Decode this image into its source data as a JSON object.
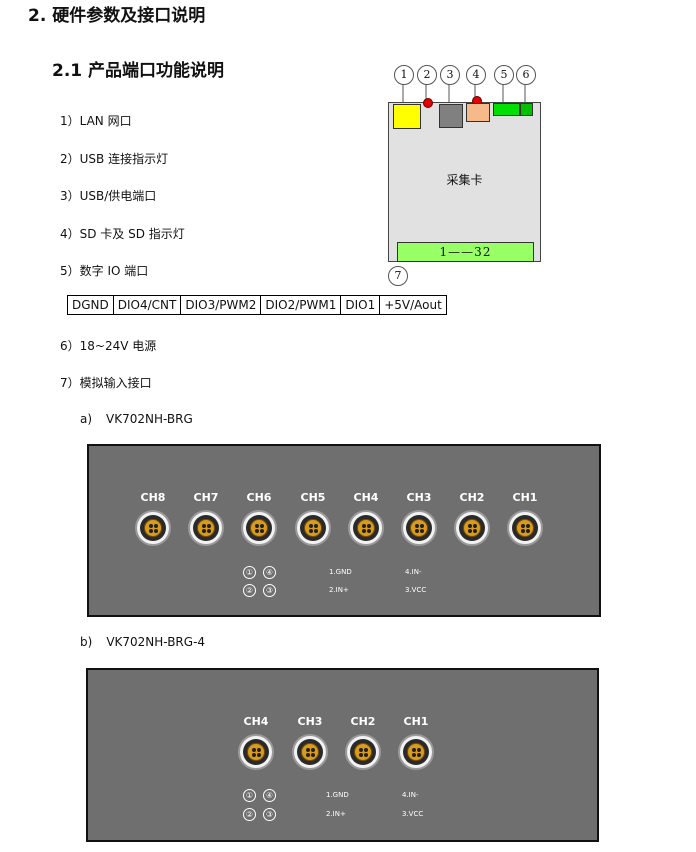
{
  "section_title": "2.  硬件参数及接口说明",
  "subsection_title": "2.1 产品端口功能说明",
  "items": [
    "1）LAN 网口",
    "2）USB 连接指示灯",
    "3）USB/供电端口",
    "4）SD 卡及 SD 指示灯",
    "5）数字 IO 端口",
    "6）18~24V 电源",
    "7）模拟输入接口"
  ],
  "diagram": {
    "callouts": [
      "1",
      "2",
      "3",
      "4",
      "5",
      "6",
      "7"
    ],
    "card_label": "采集卡",
    "connector_label": "1——32",
    "colors": {
      "lan": "#ffff00",
      "usb": "#808080",
      "sd": "#f5b98a",
      "dio": "#00e000",
      "power": "#00c000",
      "connector": "#99ff66",
      "led": "#e00000"
    }
  },
  "dio_table": [
    "DGND",
    "DIO4/CNT",
    "DIO3/PWM2",
    "DIO2/PWM1",
    "DIO1",
    "+5V/Aout"
  ],
  "panel_a": {
    "caption_prefix": "a)",
    "caption": "VK702NH-BRG",
    "channels": [
      "CH8",
      "CH7",
      "CH6",
      "CH5",
      "CH4",
      "CH3",
      "CH2",
      "CH1"
    ],
    "pin_circles": [
      "①",
      "④",
      "②",
      "③"
    ],
    "notes": [
      "1.GND",
      "4.IN-",
      "2.IN+",
      "3.VCC"
    ]
  },
  "panel_b": {
    "caption_prefix": "b)",
    "caption": "VK702NH-BRG-4",
    "channels": [
      "CH4",
      "CH3",
      "CH2",
      "CH1"
    ],
    "pin_circles": [
      "①",
      "④",
      "②",
      "③"
    ],
    "notes": [
      "1.GND",
      "4.IN-",
      "2.IN+",
      "3.VCC"
    ]
  }
}
